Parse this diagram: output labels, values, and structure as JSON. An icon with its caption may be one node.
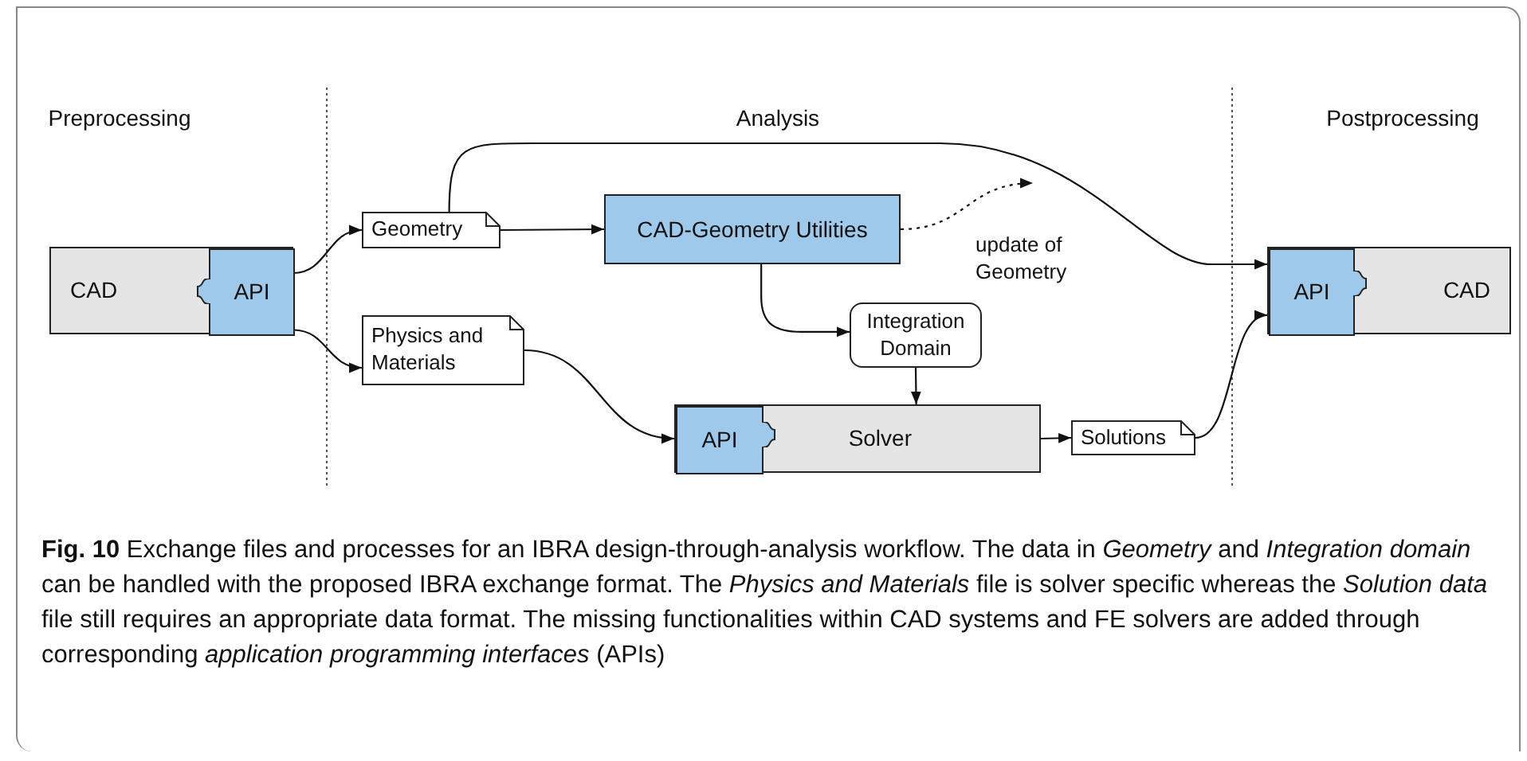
{
  "diagram": {
    "caption": "**Fig. 10**   Exchange files and processes for an IBRA design-through-analysis workflow. The data in *Geometry* and *Integration domain* can be handled with the proposed IBRA exchange format. The *Physics and Materials* file is solver specific whereas the *Solution data* file still requires an appropriate data format. The missing functionalities within CAD systems and FE solvers are added through corresponding *application programming interfaces* (APIs)",
    "nodes": [
      {
        "text": [
          "CAD"
        ]
      },
      {
        "text": [
          "API"
        ],
        "in": 0
      },
      {
        "text": [
          "Geometry"
        ]
      },
      {
        "text": [
          "Physics and Materials"
        ]
      },
      {
        "text": [
          "CAD-Geometry Utilities"
        ]
      },
      {
        "text": [
          "Integration Domain"
        ]
      },
      {
        "text": [
          "Solver"
        ]
      },
      {
        "text": [
          "API"
        ],
        "in": 6
      },
      {
        "text": [
          "Solutions"
        ]
      },
      {
        "text": [
          "CAD"
        ]
      },
      {
        "text": [
          "API"
        ],
        "in": 9
      }
    ],
    "edges": [
      {
        "from": 1,
        "to": 2,
        "arrow": "to"
      },
      {
        "from": 1,
        "to": 3,
        "arrow": "to"
      },
      {
        "from": 2,
        "to": 4,
        "arrow": "to"
      },
      {
        "from": 2,
        "to": 10,
        "arrow": "to"
      },
      {
        "from": 4,
        "to": null,
        "arrow": "to",
        "style": "dashed",
        "label": "update of Geometry"
      },
      {
        "from": 4,
        "to": 5,
        "arrow": "to"
      },
      {
        "from": 3,
        "to": 7,
        "arrow": "to"
      },
      {
        "from": 5,
        "to": 6,
        "arrow": "to"
      },
      {
        "from": 6,
        "to": 8,
        "arrow": "to"
      },
      {
        "from": 8,
        "to": 10,
        "arrow": "to"
      }
    ],
    "labels": [
      "Preprocessing",
      "Analysis",
      "Postprocessing"
    ]
  }
}
